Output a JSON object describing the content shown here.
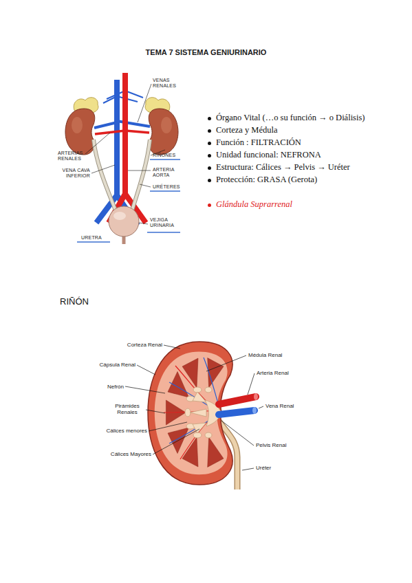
{
  "diagram": {
    "title": "TEMA 7 SISTEMA GENIURINARIO",
    "labels": [
      "VENAS RENALES",
      "ARTERIAS RENALES",
      "VENA CAVA INFERIOR",
      "RIÑONES",
      "ARTERIA AORTA",
      "URÉTERES",
      "VEJIGA URINARIA",
      "URETRA",
      "Órgano Vital (…o su función → o Diálisis)",
      "Corteza y Médula",
      "Función : FILTRACIÓN",
      "Unidad funcional: NEFRONA",
      "Estructura: Cálices → Pelvis → Uréter",
      "Protección: GRASA (Gerota)",
      "Glándula Suprarrenal",
      "RIÑÓN",
      "Corteza Renal",
      "Cápsula Renal",
      "Nefrón",
      "Pirámides Renales",
      "Cálices menores",
      "Cálices Mayores",
      "Médula Renal",
      "Arteria Renal",
      "Vena Renal",
      "Pelvis Renal",
      "Uréter"
    ]
  }
}
